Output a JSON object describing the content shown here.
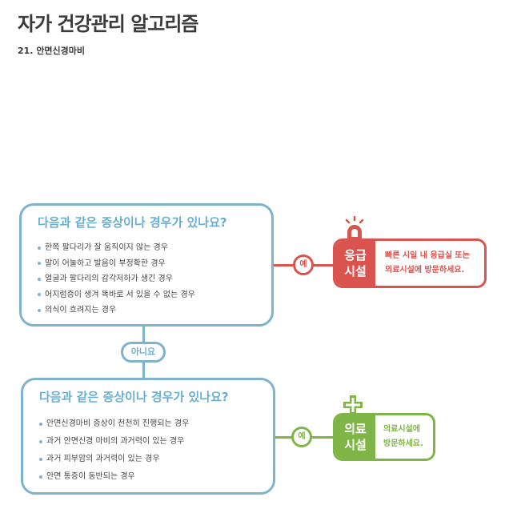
{
  "title": "자가 건강관리 알고리즘",
  "subtitle": "21. 안면신경마비",
  "question1": {
    "title": "다음과 같은 증상이나 경우가 있나요?",
    "items": [
      "한쪽 팔다리가 잘 움직이지 않는 경우",
      "말이 어눌하고 발음이 부정확한 경우",
      "얼굴과 팔다리의 감각저하가 생긴 경우",
      "어지럼증이 생겨 똑바로 서 있을 수 없는 경우",
      "의식이 흐려지는 경우"
    ]
  },
  "no_label": "아니요",
  "question2": {
    "title": "다음과 같은 증상이나 경우가 있나요?",
    "items": [
      "안면신경마비 증상이 천천히 진행되는 경우",
      "과거 안면신경 마비의 과거력이 있는 경우",
      "과거 피부암의 과거력이 있는 경우",
      "안면 통증이 동반되는 경우"
    ]
  },
  "yes_label": "예",
  "emergency": {
    "label_line1": "응급",
    "label_line2": "시설",
    "text_line1": "빠른 시일 내 응급실 또는",
    "text_line2": "의료시설에 방문하세요.",
    "icon": "siren-icon",
    "color": "#d9534f"
  },
  "medical": {
    "label_line1": "의료",
    "label_line2": "시설",
    "text_line1": "의료시설에",
    "text_line2": "방문하세요.",
    "icon": "medical-cross-icon",
    "color": "#7fb547"
  },
  "colors": {
    "question_border": "#7fb3cb",
    "question_title": "#6aaed0"
  }
}
